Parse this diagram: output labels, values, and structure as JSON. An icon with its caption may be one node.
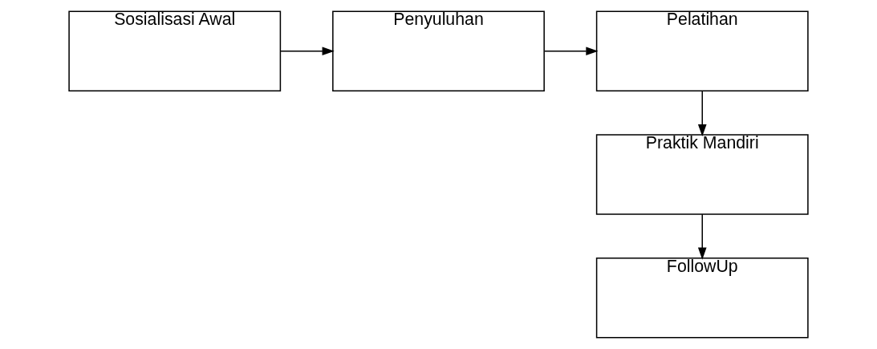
{
  "diagram": {
    "nodes": [
      {
        "text": [
          "Sosialisasi Awal"
        ]
      },
      {
        "text": [
          "Penyuluhan"
        ]
      },
      {
        "text": [
          "Pelatihan"
        ]
      },
      {
        "text": [
          "Praktik Mandiri"
        ]
      },
      {
        "text": [
          "FollowUp"
        ]
      }
    ],
    "edges": [
      {
        "from": 0,
        "to": 1,
        "arrow": "to"
      },
      {
        "from": 1,
        "to": 2,
        "arrow": "to"
      },
      {
        "from": 2,
        "to": 3,
        "arrow": "to"
      },
      {
        "from": 3,
        "to": 4,
        "arrow": "to"
      }
    ]
  }
}
